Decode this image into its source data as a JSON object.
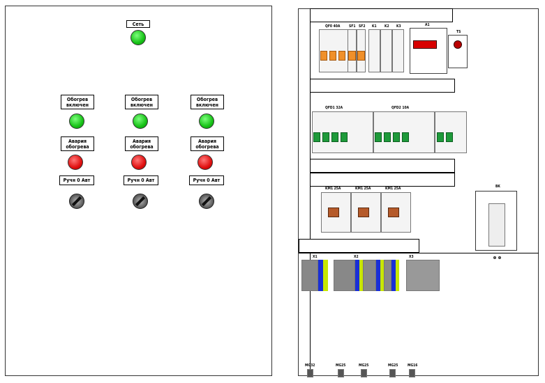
{
  "door": {
    "power_label": "Сеть",
    "heating_on": "Обогрев включен",
    "heating_alarm": "Авария обогрева",
    "mode_switch": "Ручн 0 Авт"
  },
  "panel": {
    "breaker_qf0": "QF0 40A",
    "sf1": "SF1",
    "sf2": "SF2",
    "k1": "K1",
    "k2": "K2",
    "k3": "K3",
    "a1": "A1",
    "ts": "TS",
    "qfd1": "QFD1 32A",
    "qfd2": "QFD2 10A",
    "km1": "KM1 25A",
    "km2": "KM1 25A",
    "km3": "KM1 25A",
    "bk": "BK",
    "x1": "X1",
    "x2": "X2",
    "x3": "X3"
  },
  "glands": [
    "MG32",
    "MG25",
    "MG25",
    "MG25",
    "MG16"
  ],
  "colors": {
    "lamp_green": "#17c217",
    "lamp_red": "#e01010",
    "breaker_orange": "#f0902a",
    "rcd_green": "#1e9a3a",
    "terminal_blue": "#1a2fd6",
    "terminal_yellow_green": "#c8e600"
  }
}
